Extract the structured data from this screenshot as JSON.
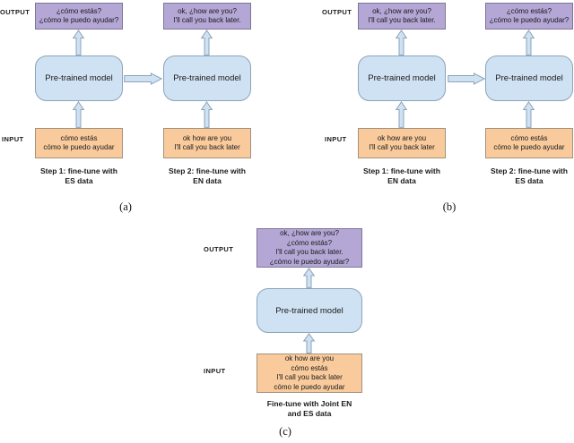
{
  "colors": {
    "purple_fill": "#b4a7d6",
    "purple_border": "#7f7598",
    "orange_fill": "#f9cb9c",
    "orange_border": "#a3927c",
    "blue_fill": "#cfe2f3",
    "blue_border": "#8ca3b8",
    "text": "#1a1a1a"
  },
  "panels": [
    {
      "label": "(a)",
      "output_label": "OUTPUT",
      "input_label": "INPUT",
      "steps": [
        {
          "output_lines": [
            "¿cómo estás?",
            "¿cómo le puedo ayudar?"
          ],
          "model_label": "Pre-trained model",
          "input_lines": [
            "cómo estás",
            "cómo le puedo ayudar"
          ],
          "caption_lines": [
            "Step 1: fine-tune with",
            "ES data"
          ]
        },
        {
          "output_lines": [
            "ok, ¿how are you?",
            "I'll call you back later."
          ],
          "model_label": "Pre-trained model",
          "input_lines": [
            "ok how are you",
            "I'll call you back later"
          ],
          "caption_lines": [
            "Step 2: fine-tune with",
            "EN data"
          ]
        }
      ]
    },
    {
      "label": "(b)",
      "output_label": "OUTPUT",
      "input_label": "INPUT",
      "steps": [
        {
          "output_lines": [
            "ok, ¿how are you?",
            "I'll call you back later."
          ],
          "model_label": "Pre-trained model",
          "input_lines": [
            "ok how are you",
            "I'll call you back later"
          ],
          "caption_lines": [
            "Step 1: fine-tune with",
            "EN data"
          ]
        },
        {
          "output_lines": [
            "¿cómo estás?",
            "¿cómo le puedo ayudar?"
          ],
          "model_label": "Pre-trained model",
          "input_lines": [
            "cómo estás",
            "cómo le puedo ayudar"
          ],
          "caption_lines": [
            "Step 2: fine-tune with",
            "ES data"
          ]
        }
      ]
    },
    {
      "label": "(c)",
      "output_label": "OUTPUT",
      "input_label": "INPUT",
      "steps": [
        {
          "output_lines": [
            "ok, ¿how are you?",
            "¿cómo estás?",
            "I'll call you back later.",
            "¿cómo le puedo ayudar?"
          ],
          "model_label": "Pre-trained model",
          "input_lines": [
            "ok how are you",
            "cómo estás",
            "I'll call you back later",
            "cómo le puedo ayudar"
          ],
          "caption_lines": [
            "Fine-tune with Joint EN",
            "and ES data"
          ]
        }
      ]
    }
  ]
}
